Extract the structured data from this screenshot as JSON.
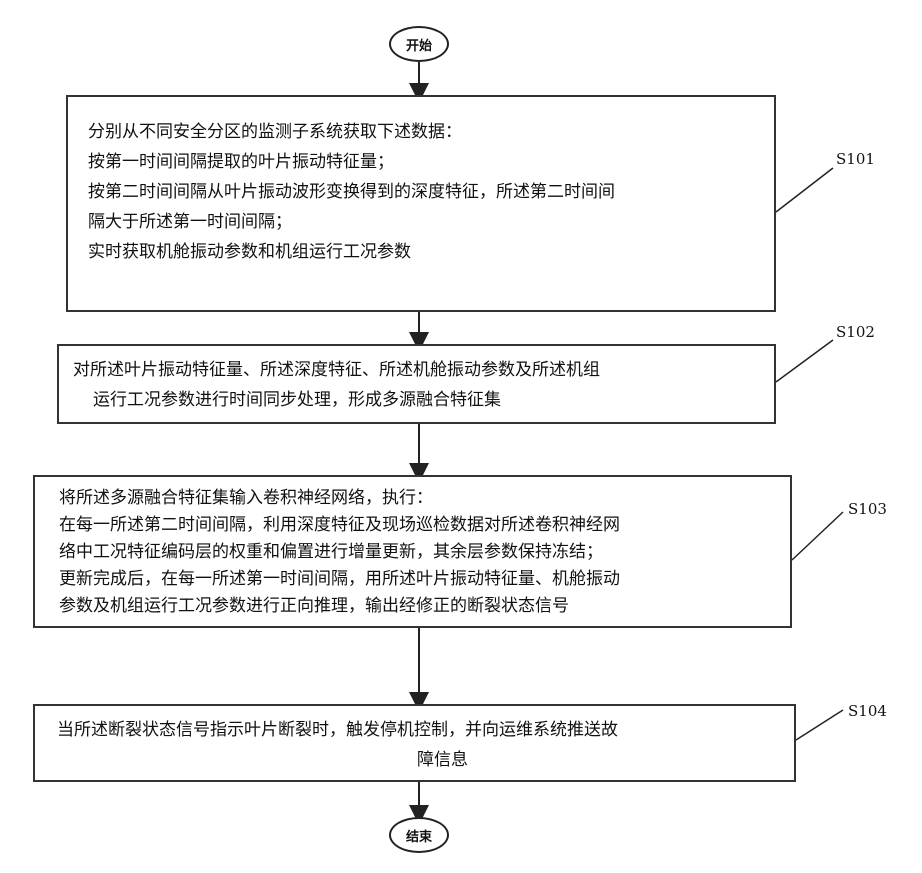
{
  "start_label": "开始",
  "end_label": "结束",
  "steps": [
    {
      "id": "S101",
      "lines": [
        "分别从不同安全分区的监测子系统获取下述数据：",
        "按第一时间间隔提取的叶片振动特征量；",
        "按第二时间间隔从叶片振动波形变换得到的深度特征，所述第二时间间",
        "隔大于所述第一时间间隔；",
        "实时获取机舱振动参数和机组运行工况参数"
      ]
    },
    {
      "id": "S102",
      "lines": [
        "对所述叶片振动特征量、所述深度特征、所述机舱振动参数及所述机组",
        "运行工况参数进行时间同步处理，形成多源融合特征集"
      ]
    },
    {
      "id": "S103",
      "lines": [
        "将所述多源融合特征集输入卷积神经网络，执行：",
        "在每一所述第二时间间隔，利用深度特征及现场巡检数据对所述卷积神经网",
        "络中工况特征编码层的权重和偏置进行增量更新，其余层参数保持冻结；",
        "更新完成后，在每一所述第一时间间隔，用所述叶片振动特征量、机舱振动",
        "参数及机组运行工况参数进行正向推理，输出经修正的断裂状态信号"
      ]
    },
    {
      "id": "S104",
      "lines": [
        "当所述断裂状态信号指示叶片断裂时，触发停机控制，并向运维系统推送故",
        "障信息"
      ]
    }
  ]
}
